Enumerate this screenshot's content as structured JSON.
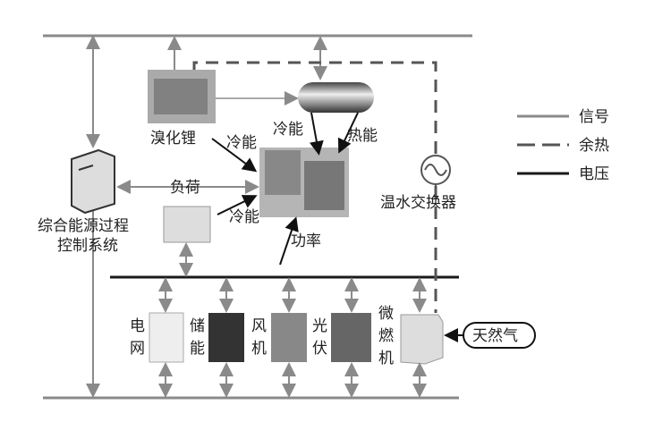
{
  "labels": {
    "libr_chiller": "溴化锂",
    "cold1": "冷能",
    "cold2": "冷能",
    "cold3": "冷能",
    "heat": "热能",
    "load": "负荷",
    "power": "功率",
    "controller": [
      "综合能源过程",
      "控制系统"
    ],
    "exchanger": "温水交换器",
    "grid": [
      "电",
      "网"
    ],
    "storage": [
      "储",
      "能"
    ],
    "wind": [
      "风",
      "机"
    ],
    "pv": [
      "光",
      "伏"
    ],
    "turbine": [
      "微",
      "燃",
      "机"
    ],
    "gas": "天然气"
  },
  "legend": [
    {
      "label": "信号",
      "style": "signal"
    },
    {
      "label": "余热",
      "style": "waste-heat"
    },
    {
      "label": "电压",
      "style": "voltage"
    }
  ],
  "colors": {
    "signal": "#8a8a8a",
    "voltage": "#1a1a1a",
    "dashed": "#555555"
  }
}
